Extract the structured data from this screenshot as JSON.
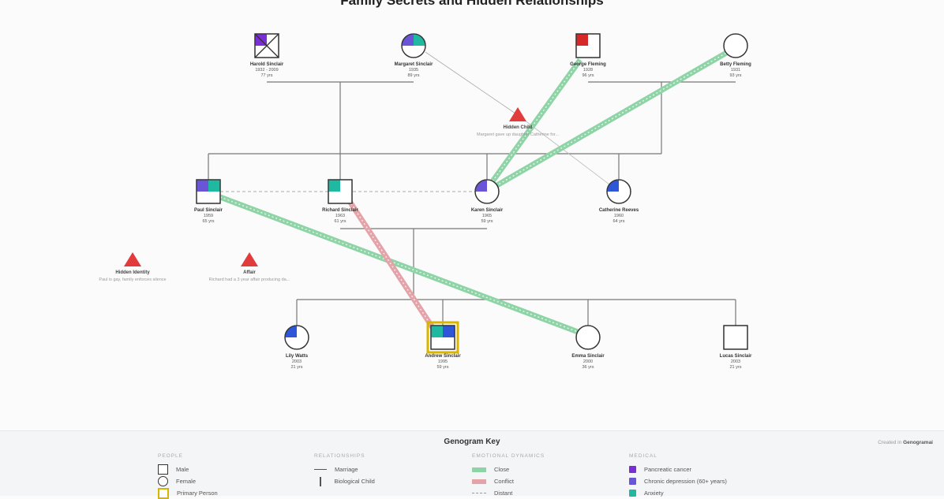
{
  "title": "Family Secrets and Hidden Relationships",
  "people": [
    {
      "id": "harold",
      "name": "Harold Sinclair",
      "lines": [
        "1932 - 2009",
        "77 yrs"
      ],
      "gender": "male",
      "deceased": true,
      "conditions": [
        "pancreatic-cancer"
      ]
    },
    {
      "id": "margaret",
      "name": "Margaret Sinclair",
      "lines": [
        "1935",
        "89 yrs"
      ],
      "gender": "female",
      "conditions": [
        "chronic-depression",
        "anxiety"
      ]
    },
    {
      "id": "george",
      "name": "George Fleming",
      "lines": [
        "1928",
        "96 yrs"
      ],
      "gender": "male",
      "conditions": [
        "heart-disease"
      ]
    },
    {
      "id": "betty",
      "name": "Betty Fleming",
      "lines": [
        "1931",
        "93 yrs"
      ],
      "gender": "female",
      "conditions": []
    },
    {
      "id": "paul",
      "name": "Paul Sinclair",
      "lines": [
        "1959",
        "65 yrs"
      ],
      "gender": "male",
      "conditions": [
        "chronic-depression",
        "anxiety"
      ]
    },
    {
      "id": "richard",
      "name": "Richard Sinclair",
      "lines": [
        "1963",
        "61 yrs"
      ],
      "gender": "male",
      "conditions": [
        "anxiety"
      ]
    },
    {
      "id": "karen",
      "name": "Karen Sinclair",
      "lines": [
        "1965",
        "59 yrs"
      ],
      "gender": "female",
      "conditions": [
        "chronic-depression"
      ]
    },
    {
      "id": "catherine",
      "name": "Catherine Reeves",
      "lines": [
        "1960",
        "64 yrs"
      ],
      "gender": "female",
      "conditions": [
        "depression"
      ]
    },
    {
      "id": "lily",
      "name": "Lily Watts",
      "lines": [
        "2003",
        "21 yrs"
      ],
      "gender": "female",
      "conditions": [
        "depression"
      ]
    },
    {
      "id": "andrew",
      "name": "Andrew Sinclair",
      "lines": [
        "1995",
        "59 yrs"
      ],
      "gender": "male",
      "index": true,
      "conditions": [
        "anxiety",
        "depression"
      ]
    },
    {
      "id": "emma",
      "name": "Emma Sinclair",
      "lines": [
        "2000",
        "36 yrs"
      ],
      "gender": "female",
      "conditions": []
    },
    {
      "id": "lucas",
      "name": "Lucas Sinclair",
      "lines": [
        "2003",
        "21 yrs"
      ],
      "gender": "male",
      "conditions": []
    }
  ],
  "events": [
    {
      "id": "hidden-child",
      "label": "Hidden Child",
      "desc": "Margaret gave up daughter Catherine for..."
    },
    {
      "id": "hidden-identity",
      "label": "Hidden Identity",
      "desc": "Paul is gay, family enforces silence"
    },
    {
      "id": "affair",
      "label": "Affair",
      "desc": "Richard had a 3 year affair producing da..."
    }
  ],
  "key": {
    "title": "Genogram Key",
    "credit_prefix": "Created in",
    "credit_brand": "Genogramai",
    "columns": [
      {
        "heading": "PEOPLE",
        "items": [
          {
            "label": "Male",
            "swatch": "male"
          },
          {
            "label": "Female",
            "swatch": "female"
          },
          {
            "label": "Primary Person",
            "swatch": "index"
          }
        ]
      },
      {
        "heading": "RELATIONSHIPS",
        "items": [
          {
            "label": "Marriage",
            "swatch": "marriage"
          },
          {
            "label": "Biological Child",
            "swatch": "child"
          }
        ]
      },
      {
        "heading": "EMOTIONAL DYNAMICS",
        "items": [
          {
            "label": "Close",
            "swatch": "close"
          },
          {
            "label": "Conflict",
            "swatch": "conflict"
          },
          {
            "label": "Distant",
            "swatch": "distant"
          }
        ]
      },
      {
        "heading": "MEDICAL",
        "items": [
          {
            "label": "Pancreatic cancer",
            "swatch": "pancreatic-cancer"
          },
          {
            "label": "Chronic depression (60+ years)",
            "swatch": "chronic-depression"
          },
          {
            "label": "Anxiety",
            "swatch": "anxiety"
          }
        ]
      }
    ]
  },
  "colors": {
    "pancreatic-cancer": "#7a2fd6",
    "chronic-depression": "#6a55d8",
    "anxiety": "#1fb8a0",
    "depression": "#2f56d6",
    "heart-disease": "#d62828",
    "close": "#8fd4a6",
    "conflict": "#e3a3a8",
    "event": "#e23b3b",
    "index-border": "#d9b400"
  }
}
